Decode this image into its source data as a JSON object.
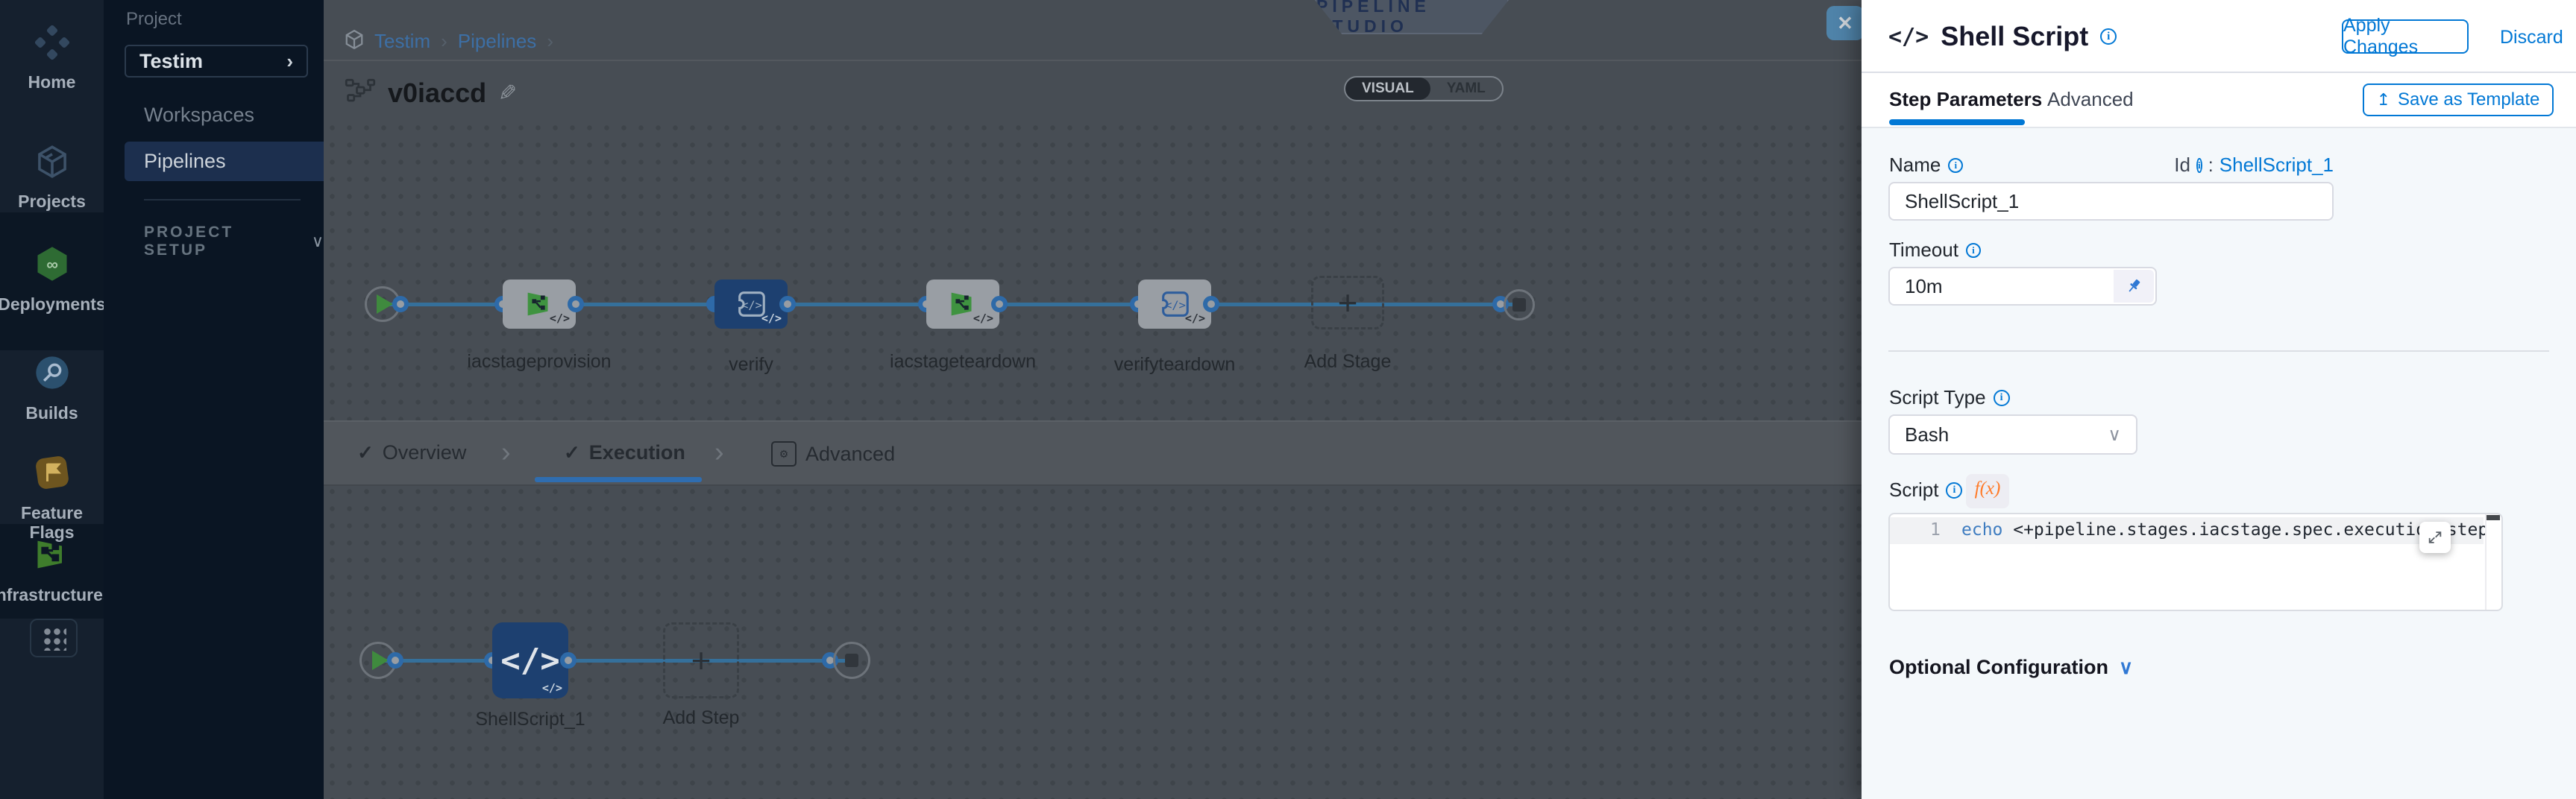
{
  "icons": {
    "check": "✓",
    "chevron_right": "›",
    "chevron_down": "∨",
    "plus": "+",
    "close": "✕",
    "code": "</>",
    "pencil": "✎",
    "info": "i",
    "infinity": "∞",
    "upload": "↥",
    "fx_base": "f",
    "fx_sub": "(x)",
    "gear": "⚙",
    "colon": ":"
  },
  "nav": {
    "items": [
      {
        "label": "Home",
        "icon": "harness-logo-icon"
      },
      {
        "label": "Projects",
        "icon": "cube-icon"
      },
      {
        "label": "Deployments",
        "icon": "deployments-hexagon-icon"
      },
      {
        "label": "Builds",
        "icon": "builds-circle-icon"
      },
      {
        "label": "Feature Flags",
        "icon": "flag-icon"
      },
      {
        "label": "Infrastructures",
        "icon": "infrastructure-icon"
      }
    ]
  },
  "project_sidebar": {
    "section_label": "Project",
    "selector_value": "Testim",
    "items": [
      {
        "label": "Workspaces"
      },
      {
        "label": "Pipelines"
      }
    ],
    "setup_label": "PROJECT SETUP"
  },
  "header": {
    "breadcrumb_1": "Testim",
    "breadcrumb_2": "Pipelines",
    "studio_badge": "PIPELINE STUDIO",
    "pipeline_name": "v0iaccd",
    "view_toggle": {
      "visual": "VISUAL",
      "yaml": "YAML",
      "selected": "VISUAL"
    }
  },
  "stage_graph": {
    "stages": [
      {
        "label": "iacstageprovision"
      },
      {
        "label": "verify"
      },
      {
        "label": "iacstageteardown"
      },
      {
        "label": "verifyteardown"
      }
    ],
    "add_stage_label": "Add Stage"
  },
  "stage_tabs": [
    {
      "label": "Overview"
    },
    {
      "label": "Execution"
    },
    {
      "label": "Advanced"
    }
  ],
  "execution_graph": {
    "steps": [
      {
        "label": "ShellScript_1"
      }
    ],
    "add_step_label": "Add Step"
  },
  "drawer": {
    "title": "Shell Script",
    "apply_label": "Apply Changes",
    "discard_label": "Discard",
    "tabs": [
      {
        "label": "Step Parameters"
      },
      {
        "label": "Advanced"
      }
    ],
    "save_template_label": "Save as Template",
    "name_field": {
      "label": "Name",
      "value": "ShellScript_1"
    },
    "id_field": {
      "label": "Id",
      "value": "ShellScript_1"
    },
    "timeout_field": {
      "label": "Timeout",
      "value": "10m"
    },
    "script_type_field": {
      "label": "Script Type",
      "value": "Bash"
    },
    "script_field": {
      "label": "Script",
      "fx_badge": "f(x)",
      "line_number": "1",
      "code_keyword": "echo",
      "code_rest": " <+pipeline.stages.iacstage.spec.execution.steps.appl"
    },
    "optional_configuration_label": "Optional Configuration"
  },
  "colors": {
    "accent": "#0278d5",
    "selected_node": "#1d4070",
    "panel_bg": "#f4f8fb"
  }
}
